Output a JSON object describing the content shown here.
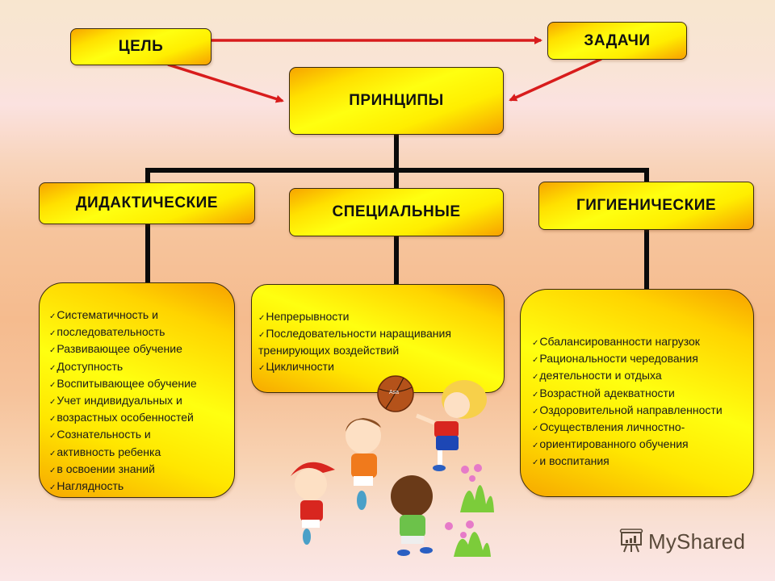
{
  "diagram": {
    "top": {
      "goal": "ЦЕЛЬ",
      "tasks": "ЗАДАЧИ",
      "principles": "ПРИНЦИПЫ"
    },
    "categories": [
      {
        "title": "ДИДАКТИЧЕСКИЕ",
        "items": [
          "Систематичность и",
          "последовательность",
          "Развивающее обучение",
          "Доступность",
          "Воспитывающее обучение",
          "Учет индивидуальных и",
          "возрастных особенностей",
          "Сознательность и",
          "активность ребенка",
          "в освоении знаний",
          "Наглядность"
        ]
      },
      {
        "title": "СПЕЦИАЛЬНЫЕ",
        "items": [
          {
            "text": "Непрерывности",
            "check": true
          },
          {
            "text": "Последовательности наращивания",
            "check": true
          },
          {
            "text": "тренирующих воздействий",
            "check": false
          },
          {
            "text": "Цикличности",
            "check": true
          }
        ]
      },
      {
        "title": "ГИГИЕНИЧЕСКИЕ",
        "items": [
          "Сбалансированности нагрузок",
          "Рациональности чередования",
          "деятельности и отдыха",
          "Возрастной адекватности",
          "Оздоровительной направленности",
          "Осуществления личностно-",
          "ориентированного обучения",
          "и воспитания"
        ]
      }
    ],
    "check_glyph": "✓",
    "illustration": {
      "description": "children-playing-ball",
      "ball_label": "Asa"
    }
  },
  "watermark": {
    "text": "MyShared",
    "icon": "presentation-board-icon"
  },
  "colors": {
    "arrow": "#d81c1c",
    "connector": "#0a0a0a",
    "box_yellow": "#ffff10",
    "box_orange": "#f7a400"
  }
}
